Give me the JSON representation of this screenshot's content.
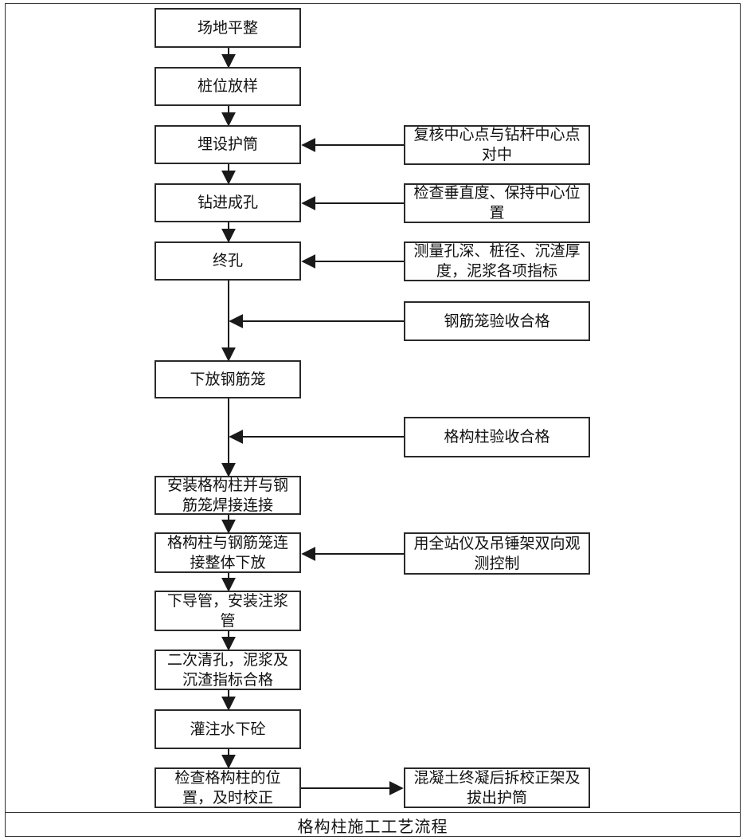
{
  "caption": "格构柱施工工艺流程",
  "main_steps": [
    "场地平整",
    "桩位放样",
    "埋设护筒",
    "钻进成孔",
    "终孔",
    "下放钢筋笼",
    "安装格构柱并与钢筋笼焊接连接",
    "格构柱与钢筋笼连接整体下放",
    "下导管，安装注浆管",
    "二次清孔，泥浆及沉渣指标合格",
    "灌注水下砼",
    "检查格构柱的位置，及时校正"
  ],
  "side_notes": [
    "复核中心点与钻杆中心点对中",
    "检查垂直度、保持中心位置",
    "测量孔深、桩径、沉渣厚度，泥浆各项指标",
    "钢筋笼验收合格",
    "格构柱验收合格",
    "用全站仪及吊锤架双向观测控制",
    "混凝土终凝后拆校正架及拔出护筒"
  ]
}
